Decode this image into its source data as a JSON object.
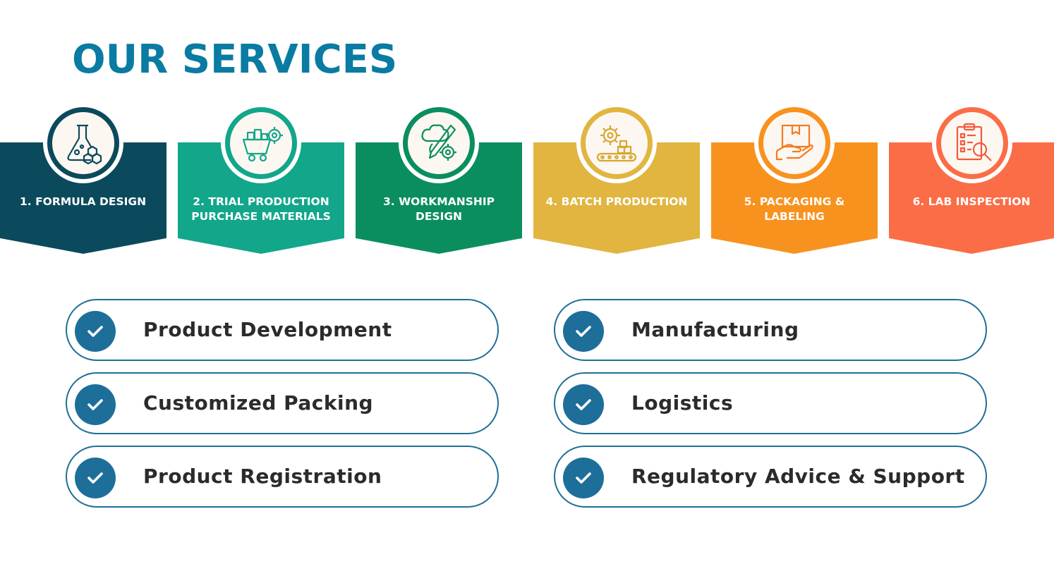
{
  "title": "OUR SERVICES",
  "colors": {
    "title": "#0a7ba2",
    "service_border": "#1e6f96",
    "check_bg": "#1d6f9a"
  },
  "steps": [
    {
      "label_line1": "1.  FORMULA DESIGN",
      "label_line2": "",
      "color": "#0b4a5c",
      "icon": "flask-icon"
    },
    {
      "label_line1": "2. TRIAL PRODUCTION",
      "label_line2": "PURCHASE MATERIALS",
      "color": "#12a68a",
      "icon": "cart-gear-icon"
    },
    {
      "label_line1": "3. WORKMANSHIP",
      "label_line2": "DESIGN",
      "color": "#0b8e5e",
      "icon": "brain-gear-icon"
    },
    {
      "label_line1": "4. BATCH PRODUCTION",
      "label_line2": "",
      "color": "#e1b540",
      "icon": "conveyor-gear-icon"
    },
    {
      "label_line1": "5. PACKAGING &",
      "label_line2": "LABELING",
      "color": "#f8921e",
      "icon": "box-hand-icon"
    },
    {
      "label_line1": "6. LAB INSPECTION",
      "label_line2": "",
      "color": "#fb6d46",
      "icon": "clipboard-magnifier-icon"
    }
  ],
  "services": [
    {
      "label": "Product Development"
    },
    {
      "label": "Manufacturing"
    },
    {
      "label": "Customized Packing"
    },
    {
      "label": "Logistics"
    },
    {
      "label": "Product Registration"
    },
    {
      "label": "Regulatory Advice & Support"
    }
  ]
}
